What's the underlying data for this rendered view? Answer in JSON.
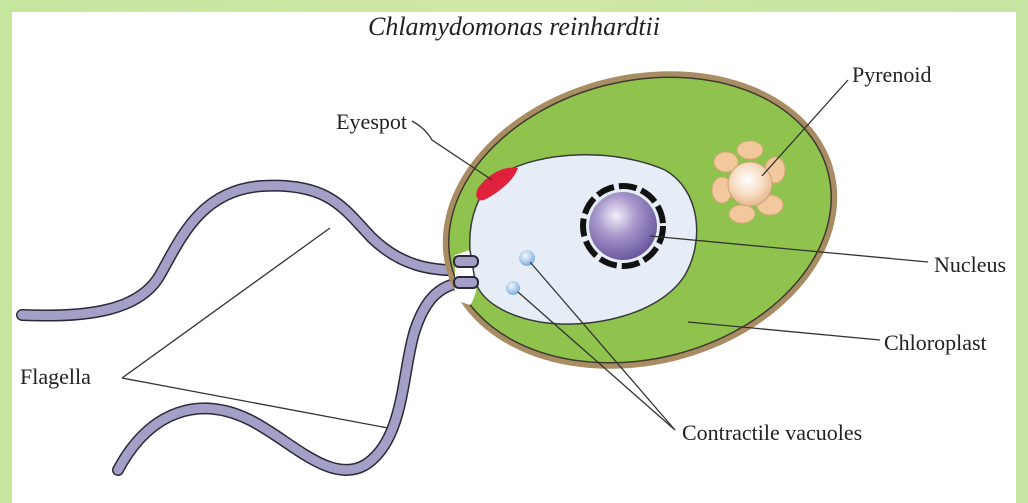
{
  "title": "Chlamydomonas reinhardtii",
  "labels": {
    "eyespot": "Eyespot",
    "pyrenoid": "Pyrenoid",
    "nucleus": "Nucleus",
    "chloroplast": "Chloroplast",
    "flagella": "Flagella",
    "contractile_vacuoles": "Contractile vacuoles"
  },
  "colors": {
    "background": "#cde8a6",
    "cell_wall": "#a88c63",
    "chloroplast": "#8fc34e",
    "cytoplasm": "#e6edf6",
    "nucleus": "#8d79b8",
    "eyespot": "#e0213b",
    "pyrenoid": "#f2c99c",
    "flagella": "#a49fc6"
  }
}
